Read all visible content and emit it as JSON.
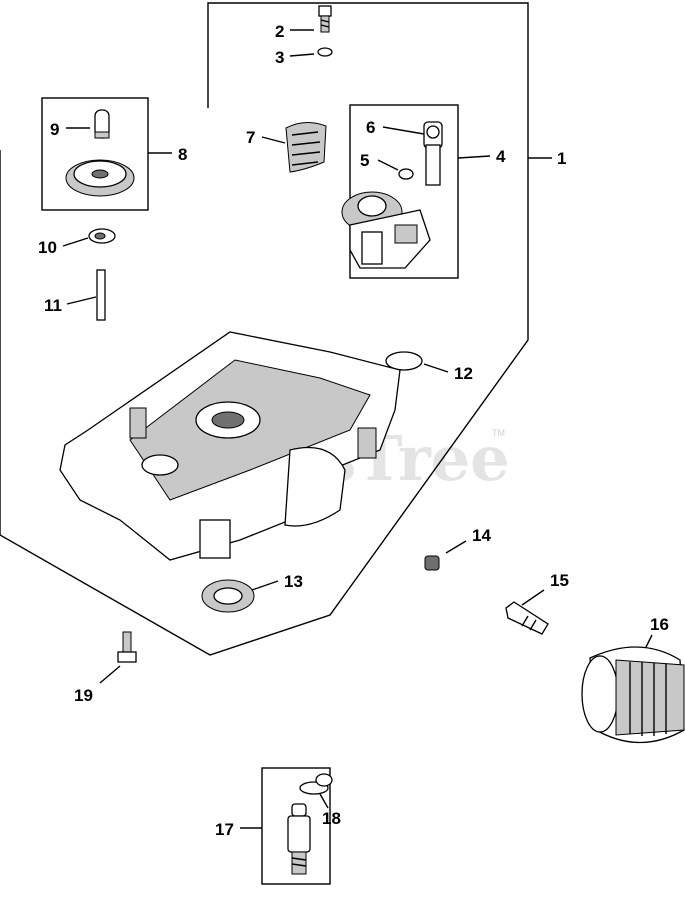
{
  "watermark": {
    "text": "PartsTree",
    "trademark": "TM"
  },
  "callouts": {
    "c1": "1",
    "c2": "2",
    "c3": "3",
    "c4": "4",
    "c5": "5",
    "c6": "6",
    "c7": "7",
    "c8": "8",
    "c9": "9",
    "c10": "10",
    "c11": "11",
    "c12": "12",
    "c13": "13",
    "c14": "14",
    "c15": "15",
    "c16": "16",
    "c17": "17",
    "c18": "18",
    "c19": "19"
  },
  "colors": {
    "line": "#000000",
    "fill": "#ffffff",
    "shade": "#c8c8c8",
    "watermark": "#e4e4e4"
  }
}
